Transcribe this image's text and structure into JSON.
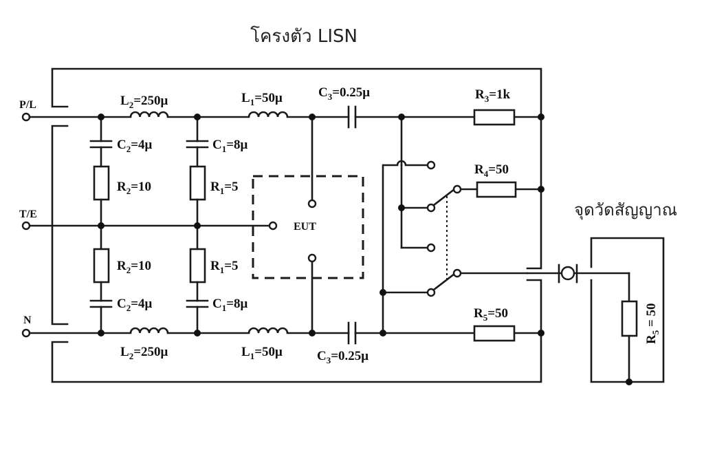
{
  "title": "โครงตัว LISN",
  "measure_title": "จุดวัดสัญญาณ",
  "terminals": {
    "pl": "P/L",
    "te": "T/E",
    "n": "N"
  },
  "eut": "EUT",
  "components": {
    "l2_top": {
      "sym": "L",
      "sub": "2",
      "val": "=250μ"
    },
    "l1_top": {
      "sym": "L",
      "sub": "1",
      "val": "=50μ"
    },
    "c3_top": {
      "sym": "C",
      "sub": "3",
      "val": "=0.25μ"
    },
    "r3": {
      "sym": "R",
      "sub": "3",
      "val": "=1k"
    },
    "c2_top": {
      "sym": "C",
      "sub": "2",
      "val": "=4μ"
    },
    "c1_top": {
      "sym": "C",
      "sub": "1",
      "val": "=8μ"
    },
    "r2_top": {
      "sym": "R",
      "sub": "2",
      "val": "=10"
    },
    "r1_top": {
      "sym": "R",
      "sub": "1",
      "val": "=5"
    },
    "r4": {
      "sym": "R",
      "sub": "4",
      "val": "=50"
    },
    "r2_bot": {
      "sym": "R",
      "sub": "2",
      "val": "=10"
    },
    "r1_bot": {
      "sym": "R",
      "sub": "1",
      "val": "=5"
    },
    "c2_bot": {
      "sym": "C",
      "sub": "2",
      "val": "=4μ"
    },
    "c1_bot": {
      "sym": "C",
      "sub": "1",
      "val": "=8μ"
    },
    "r5": {
      "sym": "R",
      "sub": "5",
      "val": "=50"
    },
    "l2_bot": {
      "sym": "L",
      "sub": "2",
      "val": "=250μ"
    },
    "l1_bot": {
      "sym": "L",
      "sub": "1",
      "val": "=50μ"
    },
    "c3_bot": {
      "sym": "C",
      "sub": "3",
      "val": "=0.25μ"
    },
    "r5_meter": {
      "sym": "R",
      "sub": "5",
      "val": " = 50"
    }
  }
}
